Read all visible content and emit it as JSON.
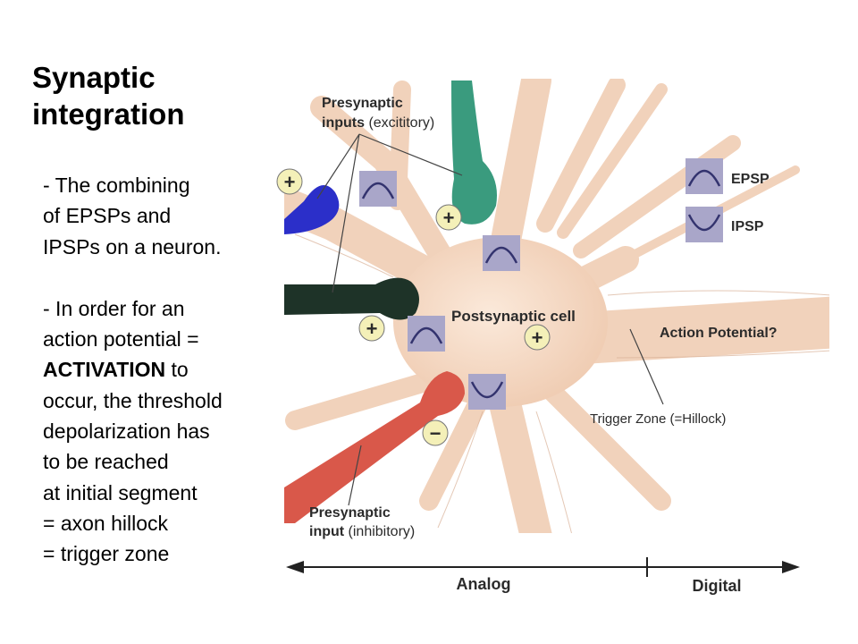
{
  "title": {
    "line1": "Synaptic",
    "line2": "integration"
  },
  "body": {
    "p1": [
      "- The combining",
      "of EPSPs and",
      "IPSPs on a neuron."
    ],
    "p2_line1": "- In order for an",
    "p2_line2": "action potential =",
    "p2_line3_bold": "ACTIVATION",
    "p2_line3_rest": " to",
    "p2_rest": [
      "occur, the threshold",
      "depolarization has",
      "to be reached",
      "at initial segment",
      "= axon hillock",
      "= trigger zone"
    ]
  },
  "diagram": {
    "label_presyn_exc_bold": "Presynaptic",
    "label_presyn_exc_line2_bold": "inputs",
    "label_presyn_exc_line2_rest": " (excititory)",
    "label_postsynaptic": "Postsynaptic cell",
    "label_action_potential": "Action Potential?",
    "label_trigger_zone": "Trigger Zone (=Hillock)",
    "label_presyn_inh_bold": "Presynaptic",
    "label_presyn_inh_line2_bold": "input",
    "label_presyn_inh_line2_rest": " (inhibitory)",
    "legend_epsp": "EPSP",
    "legend_ipsp": "IPSP",
    "axis_analog": "Analog",
    "axis_digital": "Digital",
    "plus_sign": "+",
    "minus_sign": "−",
    "colors": {
      "cell": "#f5d9c4",
      "cell_shade": "#e9c3a8",
      "excitatory_blue": "#2b2fc9",
      "excitatory_green": "#3a9b7e",
      "excitatory_dark": "#1e3328",
      "inhibitory_red": "#d9584a",
      "badge": "#f4f0b8",
      "wave_box": "#a9a6c9",
      "wave_line": "#33336e"
    }
  }
}
